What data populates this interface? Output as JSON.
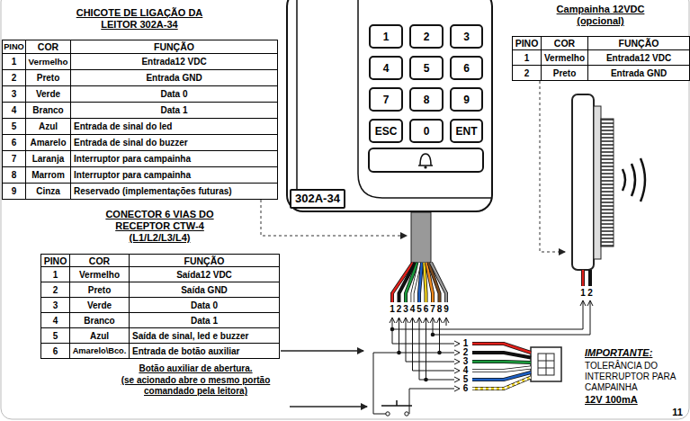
{
  "diagram": {
    "nodes": [
      {
        "text": [
          "CHICOTE DE LIGAÇÃO DA LEITOR 302A-34",
          "PINO",
          "COR",
          "FUNÇÃO",
          "1",
          "Vermelho",
          "Entrada12 VDC",
          "2",
          "Preto",
          "Entrada GND",
          "3",
          "Verde",
          "Data 0",
          "4",
          "Branco",
          "Data 1",
          "5",
          "Azul",
          "Entrada de sinal do led",
          "6",
          "Amarelo",
          "Entrada de sinal do buzzer",
          "7",
          "Laranja",
          "Interruptor para campainha",
          "8",
          "Marrom",
          "Interruptor para campainha",
          "9",
          "Cinza",
          "Reservado (implementações futuras)"
        ]
      },
      {
        "text": [
          "302A-34"
        ]
      },
      {
        "text": [
          "1"
        ],
        "in": 1
      },
      {
        "text": [
          "2"
        ],
        "in": 1
      },
      {
        "text": [
          "3"
        ],
        "in": 1
      },
      {
        "text": [
          "4"
        ],
        "in": 1
      },
      {
        "text": [
          "5"
        ],
        "in": 1
      },
      {
        "text": [
          "6"
        ],
        "in": 1
      },
      {
        "text": [
          "7"
        ],
        "in": 1
      },
      {
        "text": [
          "8"
        ],
        "in": 1
      },
      {
        "text": [
          "9"
        ],
        "in": 1
      },
      {
        "text": [
          "ESC"
        ],
        "in": 1
      },
      {
        "text": [
          "0"
        ],
        "in": 1
      },
      {
        "text": [
          "ENT"
        ],
        "in": 1
      },
      {
        "text": [
          "Campainha 12VDC (opcional)",
          "PINO",
          "COR",
          "FUNÇÃO",
          "1",
          "Vermelho",
          "Entrada12 VDC",
          "2",
          "Preto",
          "Entrada GND"
        ]
      },
      {
        "text": [
          "CONECTOR 6 VIAS DO RECEPTOR CTW-4 (L1/L2/L3/L4)",
          "PINO",
          "COR",
          "FUNÇÃO",
          "1",
          "Vermelho",
          "Saída12 VDC",
          "2",
          "Preto",
          "Saída GND",
          "3",
          "Verde",
          "Data 0",
          "4",
          "Branco",
          "Data 1",
          "5",
          "Azul",
          "Saída de sinal, led e buzzer",
          "6",
          "Amarelo\\Bco.",
          "Entrada de botão auxiliar"
        ]
      }
    ],
    "labels": [
      "1",
      "2",
      "3",
      "4",
      "5",
      "6",
      "7",
      "8",
      "9",
      "1",
      "2",
      "1",
      "2",
      "3",
      "4",
      "5",
      "6",
      "Botão auxiliar de abertura.",
      "(se acionado abre o mesmo portão comandado pela leitora)",
      "IMPORTANTE:",
      "TOLERÂNCIA DO INTERRUPTOR PARA CAMPAINHA",
      "12V 100mA",
      "11"
    ]
  }
}
